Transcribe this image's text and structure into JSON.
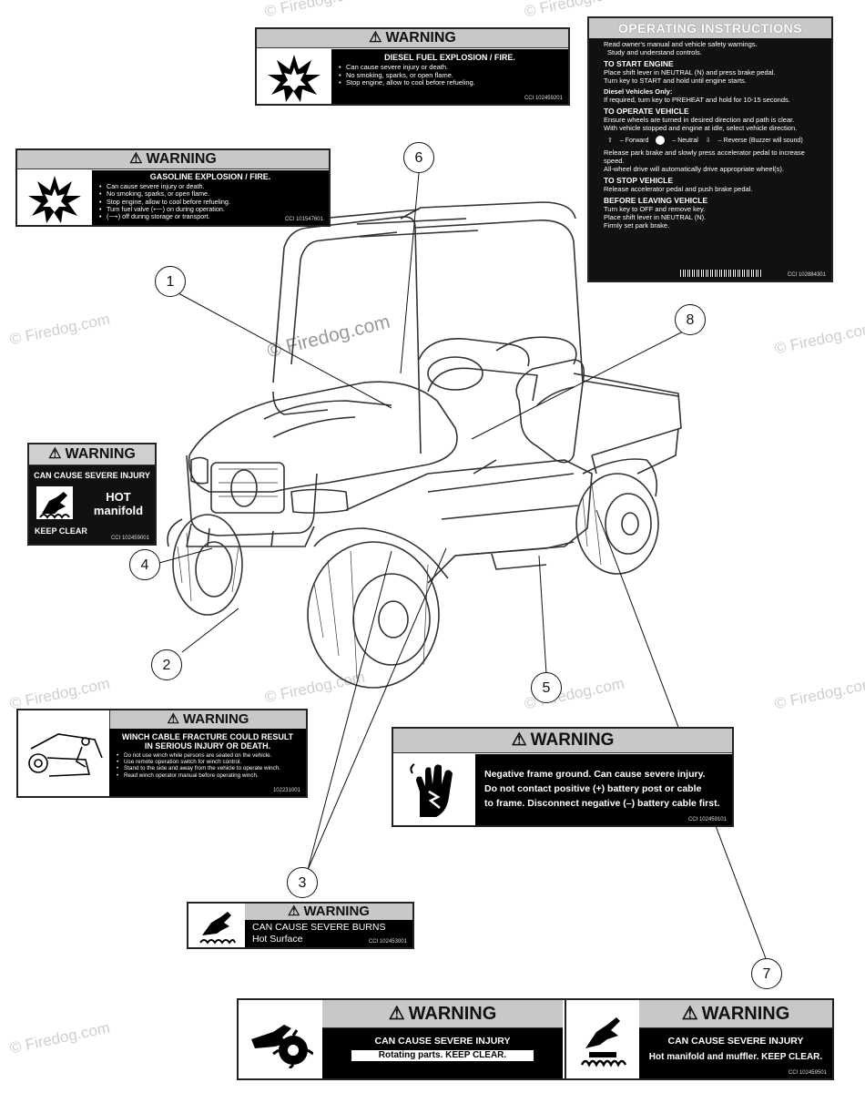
{
  "watermark": "© Firedog.com",
  "callouts": [
    "1",
    "2",
    "3",
    "4",
    "5",
    "6",
    "7",
    "8"
  ],
  "labels": {
    "diesel": {
      "warning": "WARNING",
      "title": "DIESEL FUEL EXPLOSION / FIRE.",
      "bullets": [
        "Can cause severe injury or death.",
        "No smoking, sparks, or open flame.",
        "Stop engine, allow to cool before refueling."
      ],
      "code": "CCI 102459201"
    },
    "gasoline": {
      "warning": "WARNING",
      "title": "GASOLINE EXPLOSION / FIRE.",
      "bullets": [
        "Can cause severe injury or death.",
        "No smoking, sparks, or open flame.",
        "Stop engine, allow to cool before refueling.",
        "Turn fuel valve (⟵) on during operation.",
        "(⟶) off during storage or transport."
      ],
      "code": "CCI 101547601"
    },
    "operating": {
      "title": "OPERATING INSTRUCTIONS",
      "intro": [
        "Read owner's manual and vehicle safety warnings.",
        "Study and understand controls."
      ],
      "sections": [
        {
          "heading": "TO START ENGINE",
          "items": [
            "Place shift lever in NEUTRAL (N) and press brake pedal.",
            "Turn key to START and hold until engine starts."
          ]
        },
        {
          "heading": "Diesel Vehicles Only:",
          "items": [
            "If required, turn key to PREHEAT and hold for 10-15 seconds."
          ]
        },
        {
          "heading": "TO OPERATE VEHICLE",
          "items": [
            "Ensure wheels are turned in desired direction and path is clear.",
            "With vehicle stopped and engine at idle, select vehicle direction."
          ]
        },
        {
          "heading": "",
          "items": [
            "Release park brake and slowly press accelerator pedal to increase speed.",
            "All-wheel drive will automatically drive appropriate wheel(s)."
          ]
        },
        {
          "heading": "TO STOP VEHICLE",
          "items": [
            "Release accelerator pedal and push brake pedal."
          ]
        },
        {
          "heading": "BEFORE LEAVING VEHICLE",
          "items": [
            "Turn key to OFF and remove key.",
            "Place shift lever in NEUTRAL (N).",
            "Firmly set park brake."
          ]
        }
      ],
      "forward": "– Forward",
      "neutral": "– Neutral",
      "reverse": "– Reverse (Buzzer will sound)",
      "code": "CCI 102884301"
    },
    "manifold": {
      "warning": "WARNING",
      "line1": "CAN CAUSE SEVERE INJURY",
      "hot": "HOT",
      "manifold": "manifold",
      "keep": "KEEP CLEAR",
      "code": "CCI 102459001"
    },
    "winch": {
      "warning": "WARNING",
      "title1": "WINCH CABLE FRACTURE COULD RESULT",
      "title2": "IN SERIOUS INJURY OR DEATH.",
      "bullets": [
        "Do not use winch while persons are seated on the vehicle.",
        "Use remote operation switch for winch control.",
        "Stand to the side and away from the vehicle to operate winch.",
        "Read winch operator manual before operating winch."
      ],
      "code": "102231001"
    },
    "battery": {
      "warning": "WARNING",
      "text": [
        "Negative frame ground. Can cause severe injury.",
        "Do not contact positive (+) battery post or cable",
        "to frame. Disconnect negative (–) battery cable first."
      ],
      "code": "CCI 102459101"
    },
    "burns": {
      "warning": "WARNING",
      "line1": "CAN CAUSE SEVERE BURNS",
      "line2": "Hot Surface",
      "code": "CCI 102453001"
    },
    "rotating": {
      "warning": "WARNING",
      "line1": "CAN CAUSE SEVERE INJURY",
      "line2": "Rotating parts. KEEP CLEAR."
    },
    "muffler": {
      "warning": "WARNING",
      "line1": "CAN CAUSE SEVERE INJURY",
      "line2": "Hot manifold and muffler. KEEP CLEAR.",
      "code": "CCI 102459501"
    }
  }
}
